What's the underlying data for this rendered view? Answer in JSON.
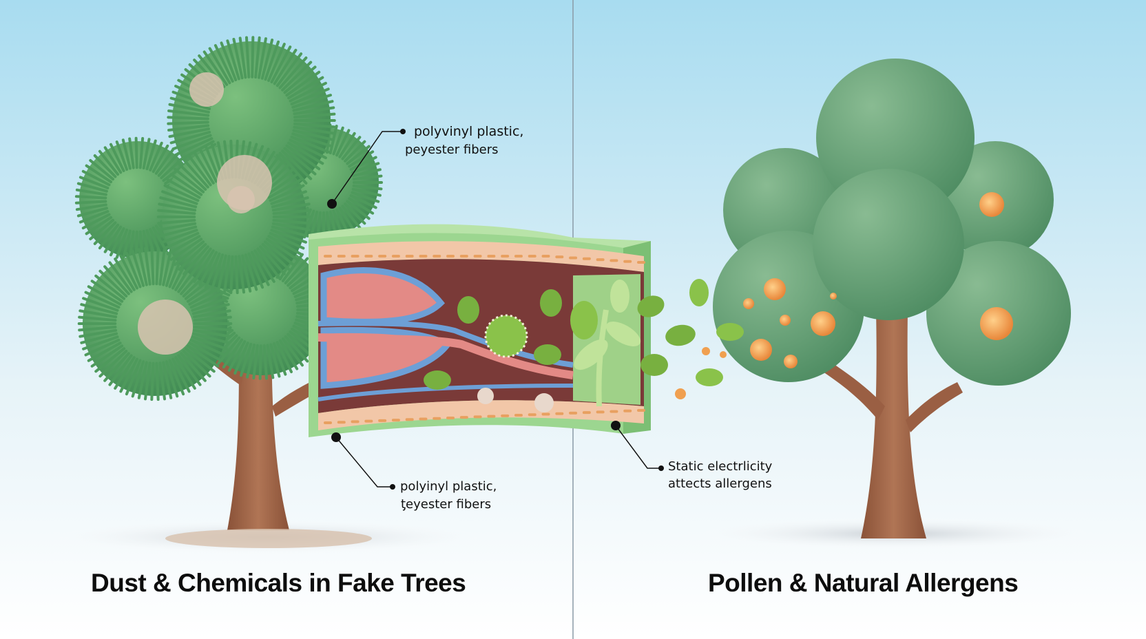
{
  "labels": {
    "top_left_line1": "polyvinyl plastic,",
    "top_left_line2": "peyester fibers",
    "bottom_left_line1": "polyinyl plastic,",
    "bottom_left_line2": "ƫeyester fibers",
    "right_line1": "Static electrlicity",
    "right_line2": "attects allergens"
  },
  "titles": {
    "left": "Dust & Chemicals in Fake Trees",
    "right": "Pollen & Natural Allergens"
  },
  "colors": {
    "sky_top": "#a8dcf0",
    "sky_bottom": "#ffffff",
    "fake_foliage": "#5fa56a",
    "real_foliage": "#6aa57a",
    "trunk": "#a5694d",
    "dust": "#d8c3b0",
    "pollen": "#f0a050",
    "cross_section_frame": "#9cd690",
    "tissue_pink": "#e38a86",
    "vessel_blue": "#6d9fd6",
    "cavity": "#7a3a38",
    "particle_green": "#78b040"
  }
}
